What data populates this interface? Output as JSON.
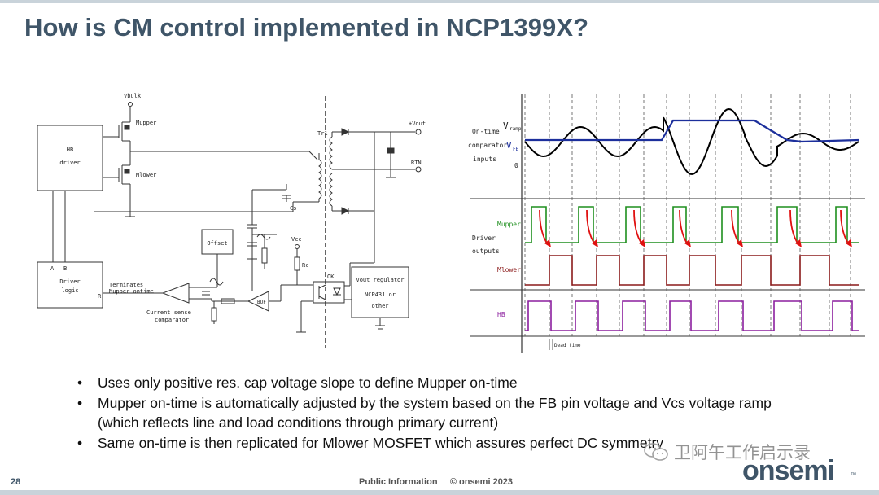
{
  "title": "How is CM control implemented in NCP1399X?",
  "schematic": {
    "labels": {
      "vbulk": "Vbulk",
      "mupper": "Mupper",
      "mlower": "Mlower",
      "hb_driver_line1": "HB",
      "hb_driver_line2": "driver",
      "tr1": "Tr1",
      "vout_plus": "+Vout",
      "rtn": "RTN",
      "cs": "Cs",
      "offset": "Offset",
      "vcc": "Vcc",
      "rc": "Rc",
      "ok": "OK",
      "driver_logic_a": "A",
      "driver_logic_b": "B",
      "driver_logic_line1": "Driver",
      "driver_logic_line2": "logic",
      "driver_logic_r": "R",
      "terminates_line1": "Terminates",
      "terminates_line2": "Mupper ontime",
      "current_sense_line1": "Current sense",
      "current_sense_line2": "comparator",
      "buf": "BUF",
      "vout_reg_line1": "Vout regulator",
      "vout_reg_line2": "NCP431 or",
      "vout_reg_line3": "other"
    }
  },
  "waveforms": {
    "labels": {
      "ontime_line1": "On-time",
      "ontime_line2": "comparator",
      "ontime_line3": "inputs",
      "vramp": "V",
      "vramp_sub": "ramp",
      "vfb": "V",
      "vfb_sub": "FB",
      "zero": "0",
      "mupper": "Mupper",
      "driver_line1": "Driver",
      "driver_line2": "outputs",
      "mlower": "Mlower",
      "hb": "HB",
      "dead_time": "Dead time"
    },
    "colors": {
      "ramp": "#000000",
      "vfb": "#1c2f9c",
      "mupper": "#1e8f1e",
      "mlower": "#8b1a1a",
      "hb": "#8b1e9e",
      "arrow": "#e01010"
    }
  },
  "bullets": [
    " Uses only positive res. cap voltage slope to define Mupper on-time",
    "Mupper on-time is automatically adjusted by the system based on the FB pin voltage and  Vcs voltage ramp (which reflects line and load conditions through primary current)",
    " Same on-time is then replicated for Mlower MOSFET which assures perfect DC symmetry"
  ],
  "footer": {
    "slide_number": "28",
    "classification": "Public Information",
    "copyright": "© onsemi 2023"
  },
  "watermark": {
    "text": "卫阿午工作启示录",
    "icon": "wechat-icon"
  },
  "logo": {
    "text": "onsemi",
    "tm": "™"
  }
}
